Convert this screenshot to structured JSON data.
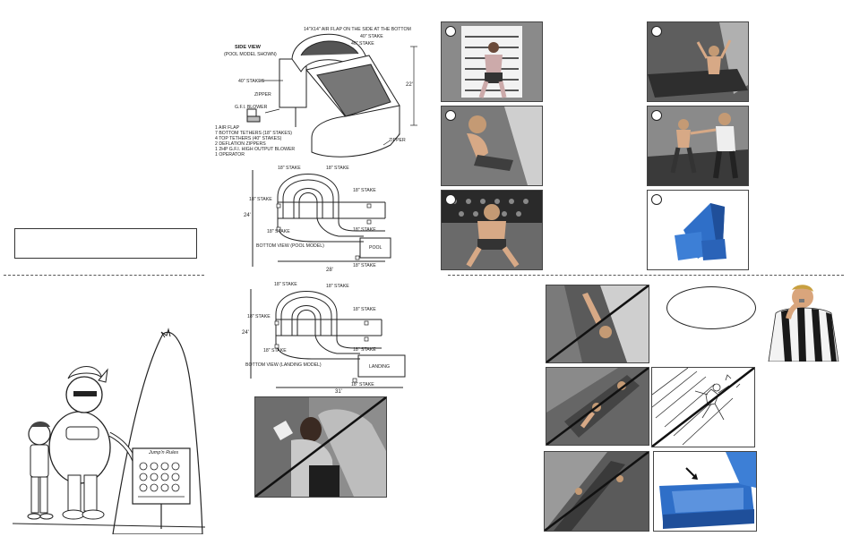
{
  "side_view": {
    "title": "SIDE VIEW",
    "subtitle": "(POOL MODEL SHOWN)",
    "label_air_flap": "14\"X14\" AIR FLAP ON THE SIDE AT THE BOTTOM",
    "label_stake_top1": "40\" STAKE",
    "label_stake_top2": "40\" STAKE",
    "label_stakes_left": "40\" STAKES",
    "label_zipper_left": "ZIPPER",
    "label_blower": "G.F.I. BLOWER",
    "label_zipper_right": "ZIPPER",
    "label_height": "22'",
    "notes": [
      "1 AIR FLAP",
      "7 BOTTOM TETHERS (18\" STAKES)",
      "4 TOP TETHERS (40\" STAKES)",
      "2 DEFLATION ZIPPERS",
      "1 2HP  G.F.I. HIGH OUTPUT BLOWER",
      "1 OPERATOR"
    ]
  },
  "pool_view": {
    "title": "BOTTOM VIEW (POOL MODEL)",
    "stake_labels": [
      "18\" STAKE",
      "18\" STAKE",
      "18\" STAKE",
      "18\" STAKE",
      "18\" STAKE",
      "18\" STAKE",
      "18\" STAKE"
    ],
    "end_label": "POOL",
    "dim_width": "28'",
    "dim_height": "24'"
  },
  "landing_view": {
    "title": "BOTTOM VIEW (LANDING MODEL)",
    "stake_labels": [
      "18\" STAKE",
      "18\" STAKE",
      "18\" STAKE",
      "18\" STAKE",
      "18\" STAKE",
      "18\" STAKE",
      "18\" STAKE"
    ],
    "end_label": "LANDING",
    "dim_width": "31'",
    "dim_height": "24'"
  },
  "logo_text": "Jump'n Rules",
  "colors": {
    "slide_blue": "#2f6fc8",
    "slide_blue_dark": "#1f4f9a",
    "referee_stripe": "#1a1a1a",
    "skin": "#d9a57c"
  }
}
